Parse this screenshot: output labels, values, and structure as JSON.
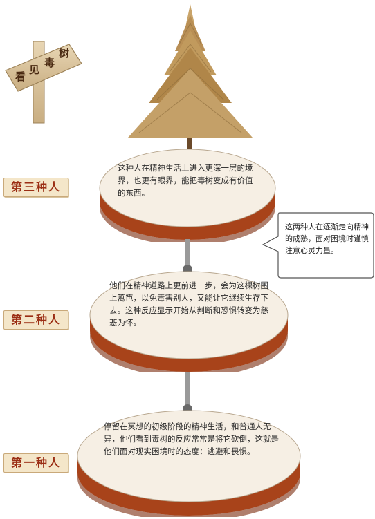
{
  "signpost": {
    "chars": [
      "看",
      "见",
      "毒",
      "树"
    ]
  },
  "levels": [
    {
      "label": "第三种人",
      "text": "这种人在精神生活上进入更深一层的境界，也更有眼界，能把毒树变成有价值的东西。"
    },
    {
      "label": "第二种人",
      "text": "他们在精神道路上更前进一步，会为这棵树围上篱笆，以免毒害别人，又能让它继续生存下去。这种反应显示开始从判断和恐惧转变为慈悲为怀。"
    },
    {
      "label": "第一种人",
      "text": "停留在冥想的初级阶段的精神生活，和普通人无异，他们看到毒树的反应常常是将它砍倒，这就是他们面对现实困境时的态度：逃避和畏惧。"
    }
  ],
  "callout": {
    "text": "这两种人在逐渐走向精神的成熟，面对困境时谨慎注意心灵力量。"
  },
  "colors": {
    "disc_top": "#f6efe4",
    "disc_side": "#a8431a",
    "disc_side_dark": "#7a2a0c",
    "label_text": "#9b2e14"
  }
}
